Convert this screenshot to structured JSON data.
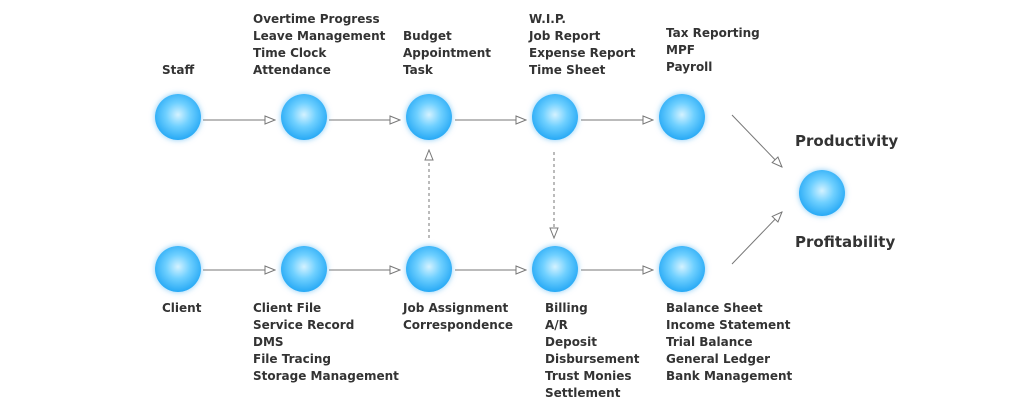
{
  "colors": {
    "node": "#25a8f5",
    "arrow": "#777777",
    "text": "#333333"
  },
  "icons": [
    "node-circle",
    "arrow-solid",
    "arrow-dashed"
  ],
  "top_flow": [
    {
      "id": "staff",
      "items": [
        "Staff"
      ]
    },
    {
      "id": "time",
      "items": [
        "Overtime Progress",
        "Leave Management",
        "Time Clock",
        "Attendance"
      ]
    },
    {
      "id": "budget",
      "items": [
        "Budget",
        "Appointment",
        "Task"
      ]
    },
    {
      "id": "wip",
      "items": [
        "W.I.P.",
        "Job Report",
        "Expense Report",
        "Time Sheet"
      ]
    },
    {
      "id": "tax",
      "items": [
        "Tax Reporting",
        "MPF",
        "Payroll"
      ]
    }
  ],
  "bottom_flow": [
    {
      "id": "client",
      "items": [
        "Client"
      ]
    },
    {
      "id": "clientfile",
      "items": [
        "Client File",
        "Service Record",
        "DMS",
        "File Tracing",
        "Storage Management"
      ]
    },
    {
      "id": "job",
      "items": [
        "Job Assignment",
        "Correspondence"
      ]
    },
    {
      "id": "billing",
      "items": [
        "Billing",
        "A/R",
        "Deposit",
        "Disbursement",
        "Trust Monies",
        "Settlement"
      ]
    },
    {
      "id": "balance",
      "items": [
        "Balance Sheet",
        "Income Statement",
        "Trial Balance",
        "General Ledger",
        "Bank Management"
      ]
    }
  ],
  "outcomes": {
    "top": "Productivity",
    "bottom": "Profitability"
  }
}
